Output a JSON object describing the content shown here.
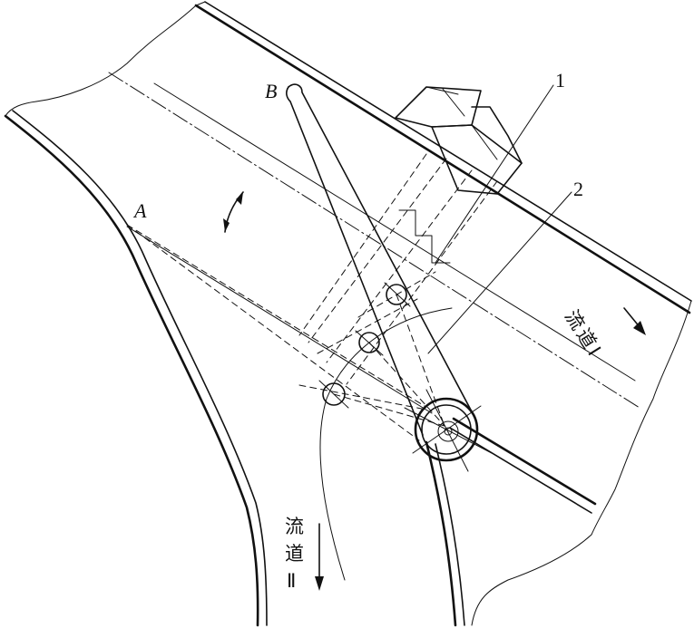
{
  "labels": {
    "point_a": "A",
    "point_b": "B",
    "part_1": "1",
    "part_2": "2"
  },
  "channels": {
    "channel_1": {
      "chars": [
        "流",
        "道",
        "Ⅰ"
      ]
    },
    "channel_2": {
      "chars": [
        "流",
        "道",
        "Ⅱ"
      ]
    }
  },
  "colors": {
    "line": "#111111",
    "background": "#ffffff"
  }
}
